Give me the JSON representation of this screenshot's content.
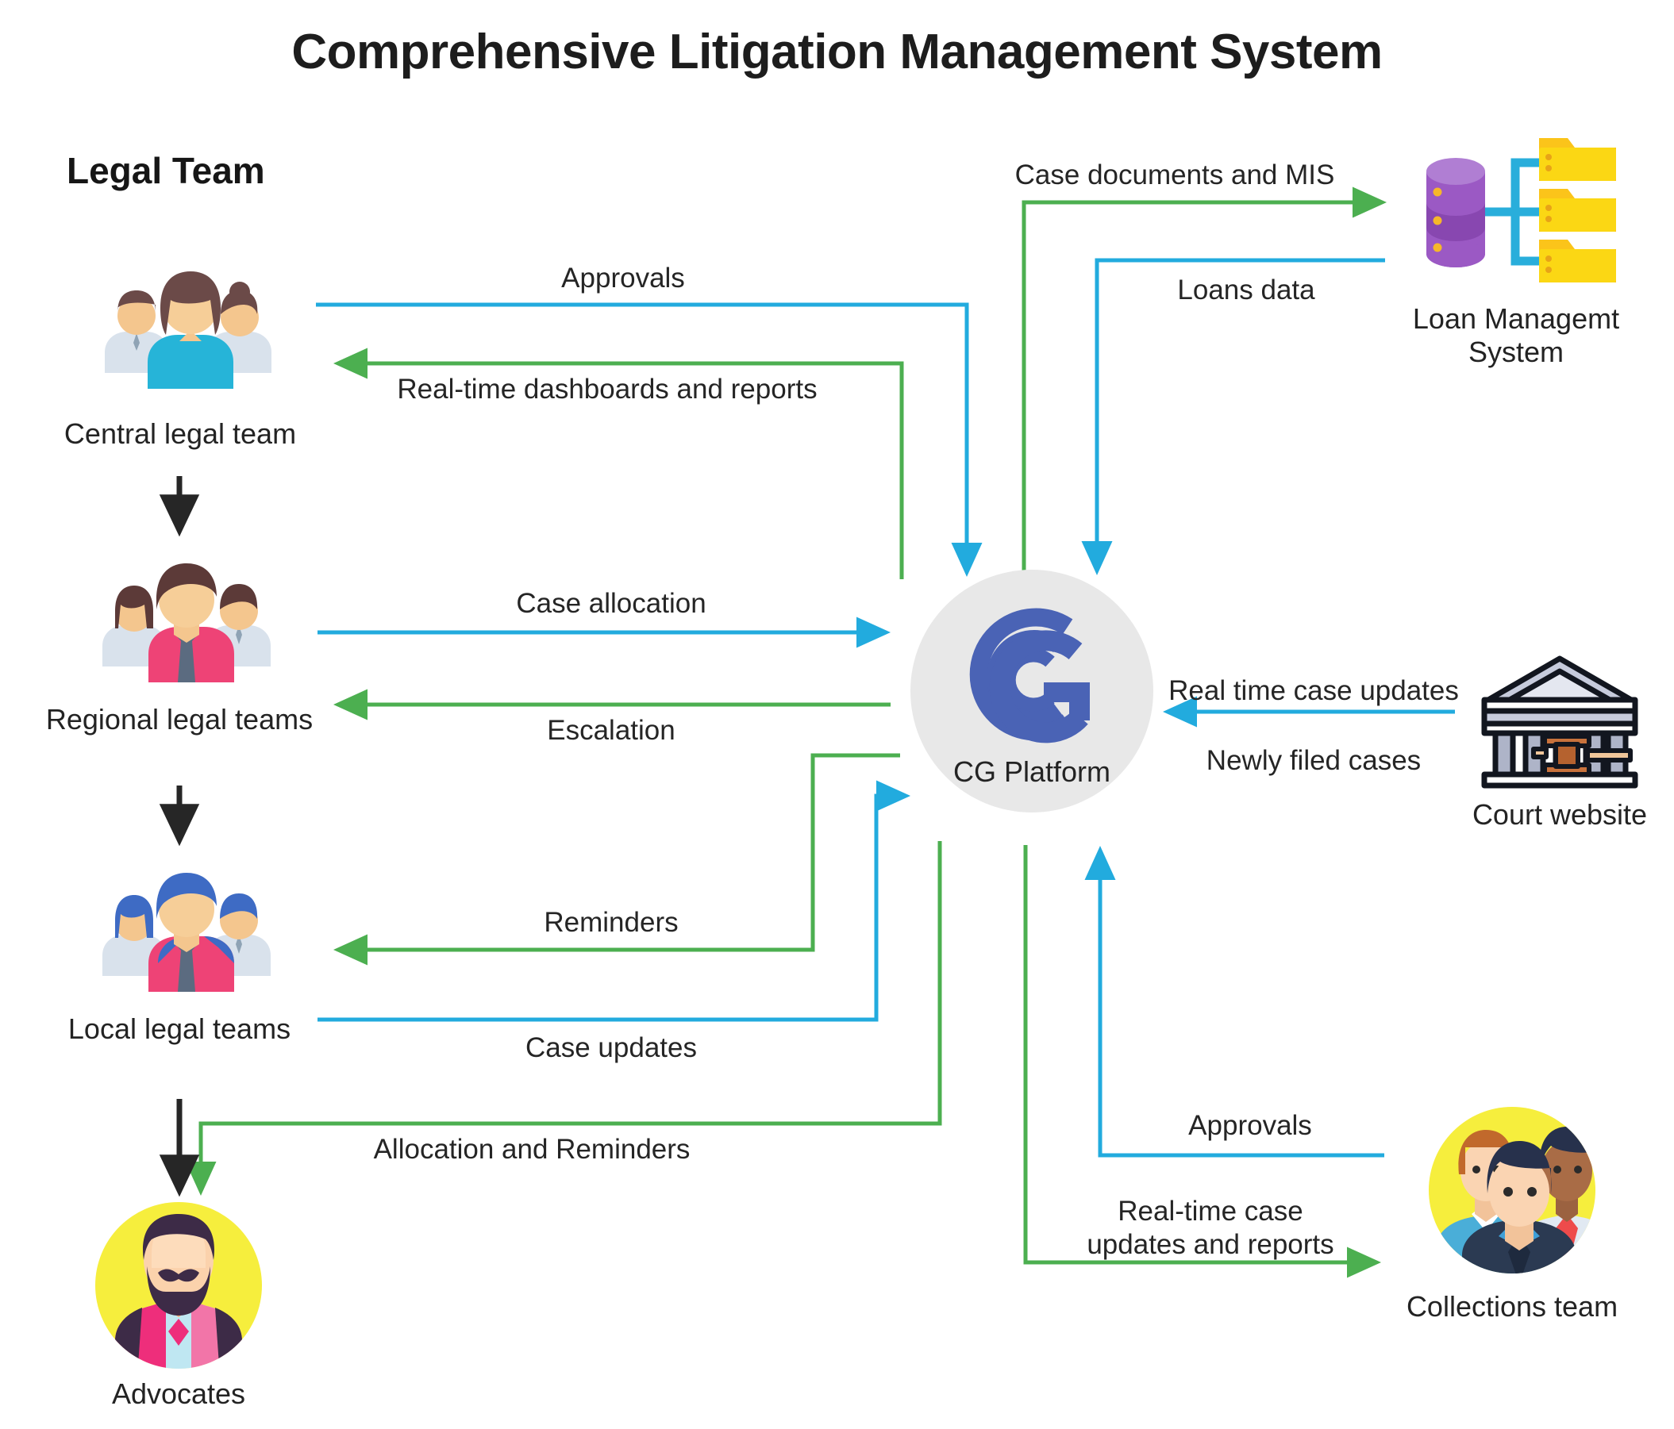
{
  "title": "Comprehensive Litigation Management System",
  "group_title": "Legal Team",
  "colors": {
    "blue": "#22ABDE",
    "green": "#4CAF50",
    "black": "#262626",
    "platform_bg": "#E8E8E8",
    "logo_blue": "#4A63B5",
    "yellow": "#FBD714",
    "purple": "#9B4FBD",
    "text": "#232323"
  },
  "nodes": [
    {
      "id": "central-legal-team",
      "label": "Central legal team",
      "icon": "three-people-group-icon"
    },
    {
      "id": "regional-legal-teams",
      "label": "Regional legal teams",
      "icon": "three-people-group-icon"
    },
    {
      "id": "local-legal-teams",
      "label": "Local legal teams",
      "icon": "three-people-group-icon"
    },
    {
      "id": "advocates",
      "label": "Advocates",
      "icon": "bearded-man-avatar-icon"
    },
    {
      "id": "cg-platform",
      "label": "CG Platform",
      "icon": "cg-logo-icon"
    },
    {
      "id": "loan-management-system",
      "label": "Loan Managemt\nSystem",
      "icon": "database-folders-icon"
    },
    {
      "id": "court-website",
      "label": "Court website",
      "icon": "courthouse-gavel-icon"
    },
    {
      "id": "collections-team",
      "label": "Collections team",
      "icon": "three-people-circle-icon"
    }
  ],
  "edges": [
    {
      "id": "approvals-central",
      "label": "Approvals",
      "color": "blue",
      "from": "central-legal-team",
      "to": "cg-platform"
    },
    {
      "id": "dashboards-reports",
      "label": "Real-time dashboards and reports",
      "color": "green",
      "from": "cg-platform",
      "to": "central-legal-team"
    },
    {
      "id": "case-documents-mis",
      "label": "Case documents and MIS",
      "color": "green",
      "from": "cg-platform",
      "to": "loan-management-system"
    },
    {
      "id": "loans-data",
      "label": "Loans data",
      "color": "blue",
      "from": "loan-management-system",
      "to": "cg-platform"
    },
    {
      "id": "case-allocation",
      "label": "Case allocation",
      "color": "blue",
      "from": "regional-legal-teams",
      "to": "cg-platform"
    },
    {
      "id": "escalation",
      "label": "Escalation",
      "color": "green",
      "from": "cg-platform",
      "to": "regional-legal-teams"
    },
    {
      "id": "reminders",
      "label": "Reminders",
      "color": "green",
      "from": "cg-platform",
      "to": "local-legal-teams"
    },
    {
      "id": "case-updates",
      "label": "Case updates",
      "color": "blue",
      "from": "local-legal-teams",
      "to": "cg-platform"
    },
    {
      "id": "allocation-and-reminders",
      "label": "Allocation and Reminders",
      "color": "green",
      "from": "cg-platform",
      "to": "advocates"
    },
    {
      "id": "real-time-case-updates",
      "label": "Real time case updates",
      "color": "blue",
      "from": "court-website",
      "to": "cg-platform"
    },
    {
      "id": "newly-filed-cases",
      "label": "Newly filed cases",
      "color": "blue",
      "from": "court-website",
      "to": "cg-platform"
    },
    {
      "id": "approvals-collections",
      "label": "Approvals",
      "color": "blue",
      "from": "collections-team",
      "to": "cg-platform"
    },
    {
      "id": "real-time-case-updates-reports",
      "label": "Real-time case\nupdates and reports",
      "color": "green",
      "from": "cg-platform",
      "to": "collections-team"
    },
    {
      "id": "hierarchy-central-regional",
      "label": "",
      "color": "black",
      "from": "central-legal-team",
      "to": "regional-legal-teams"
    },
    {
      "id": "hierarchy-regional-local",
      "label": "",
      "color": "black",
      "from": "regional-legal-teams",
      "to": "local-legal-teams"
    },
    {
      "id": "hierarchy-local-advocates",
      "label": "",
      "color": "black",
      "from": "local-legal-teams",
      "to": "advocates"
    }
  ]
}
